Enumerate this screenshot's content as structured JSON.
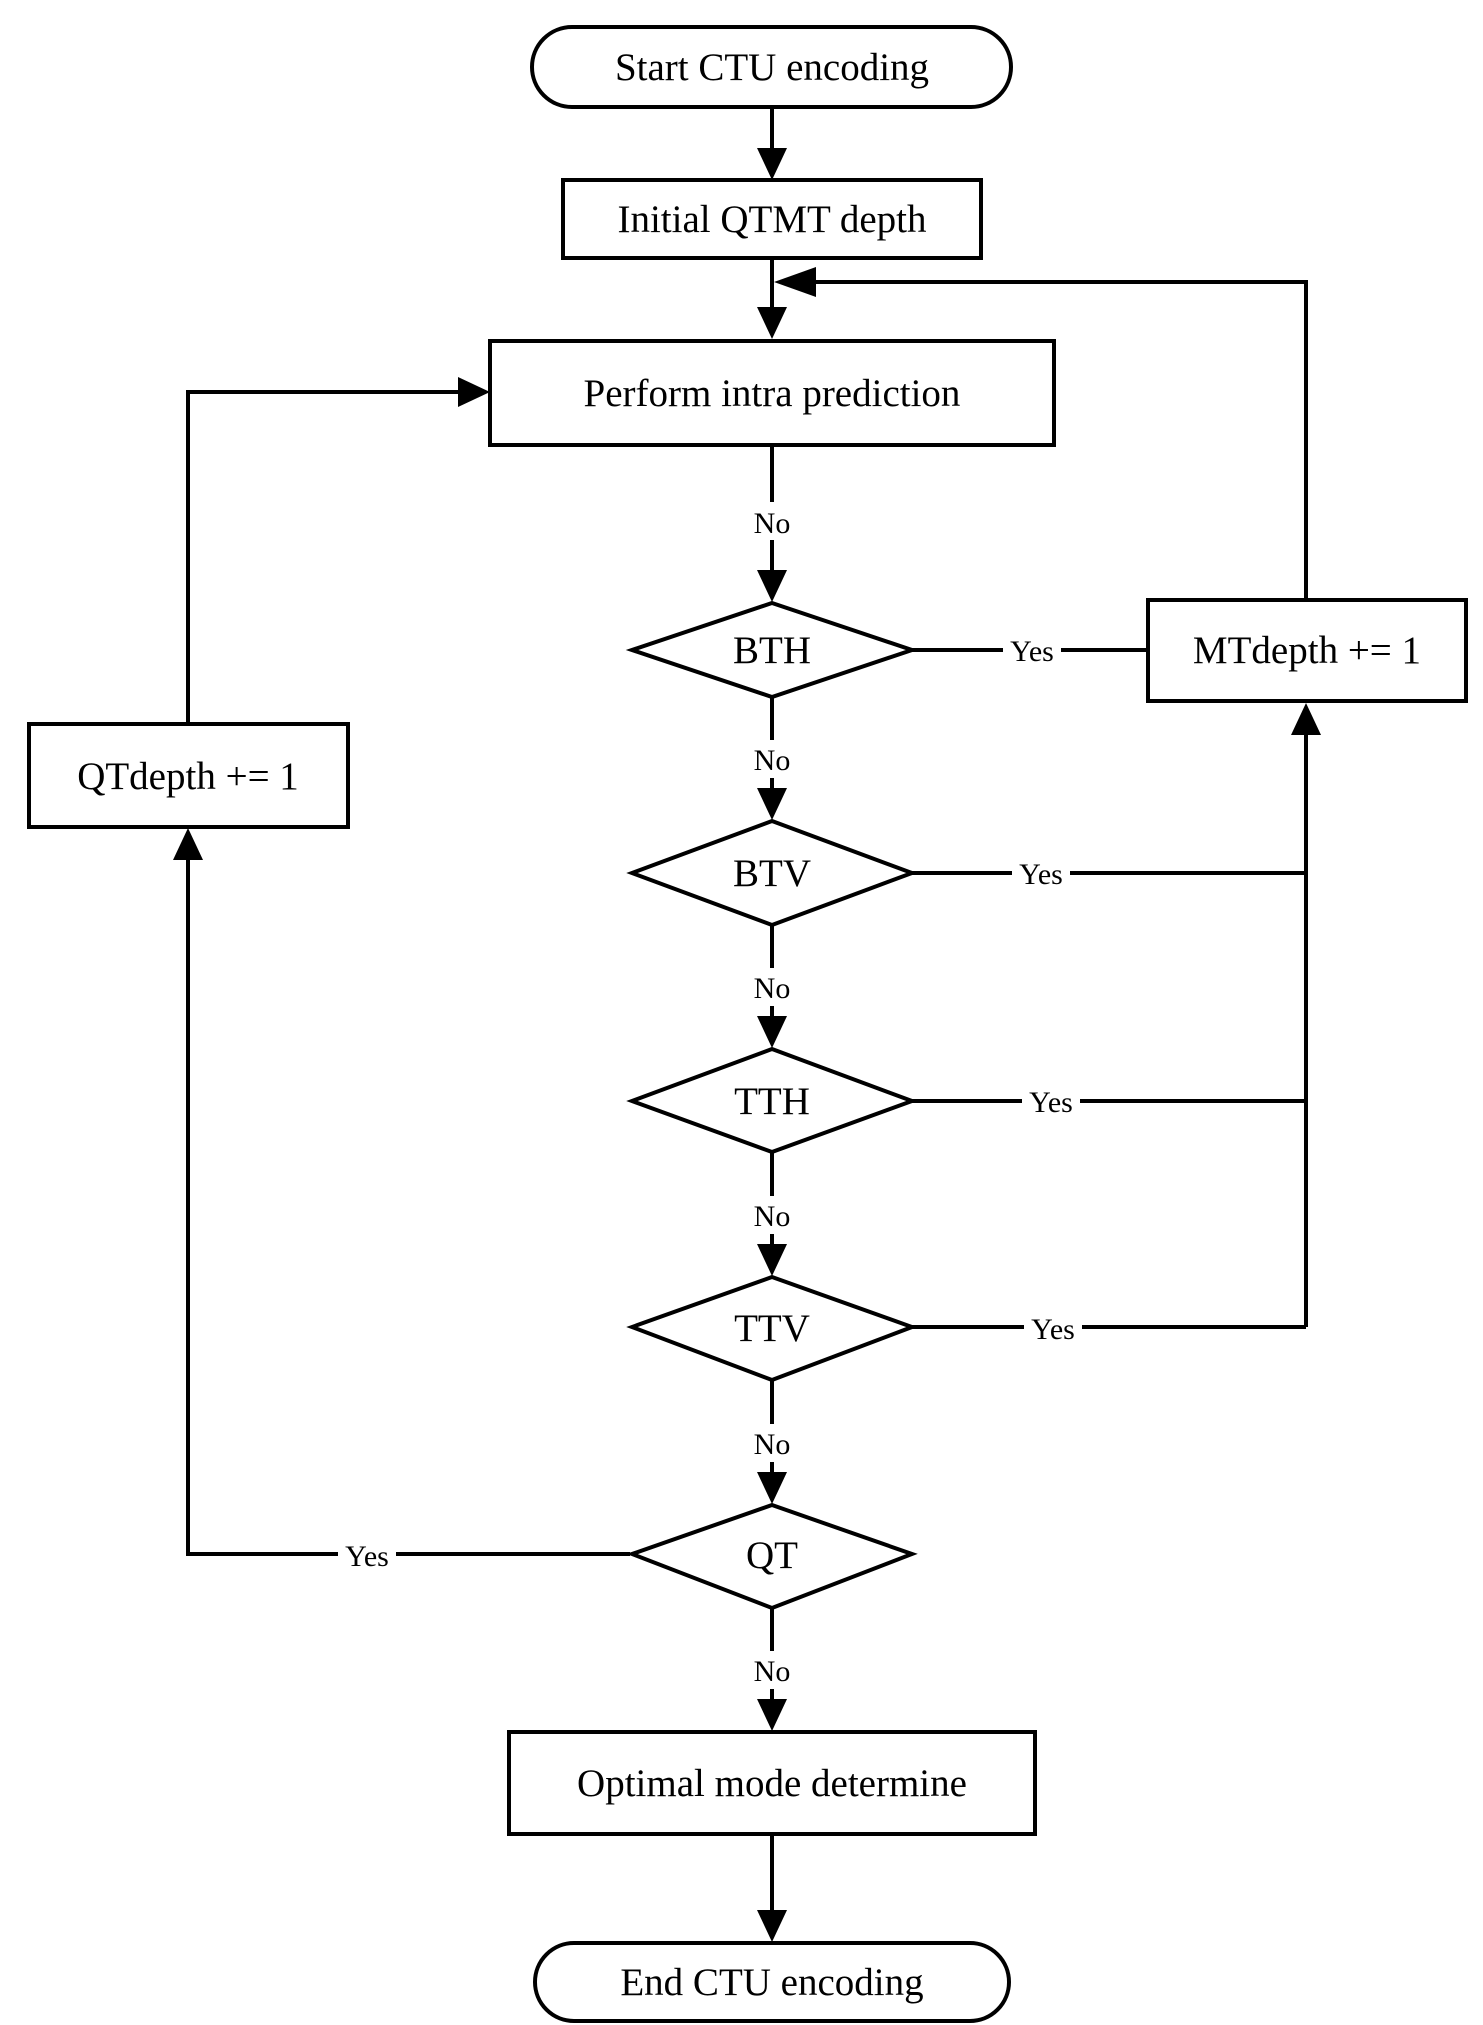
{
  "nodes": {
    "start": "Start CTU encoding",
    "initial_depth": "Initial QTMT depth",
    "intra_prediction": "Perform intra prediction",
    "bth": "BTH",
    "btv": "BTV",
    "tth": "TTH",
    "ttv": "TTV",
    "qt": "QT",
    "mt_depth": "MTdepth += 1",
    "qt_depth": "QTdepth += 1",
    "optimal_mode": "Optimal mode determine",
    "end": "End CTU encoding"
  },
  "edge_labels": {
    "intra_to_bth": "No",
    "bth_no": "No",
    "btv_no": "No",
    "tth_no": "No",
    "ttv_no": "No",
    "qt_no": "No",
    "bth_yes": "Yes",
    "btv_yes": "Yes",
    "tth_yes": "Yes",
    "ttv_yes": "Yes",
    "qt_yes": "Yes"
  }
}
